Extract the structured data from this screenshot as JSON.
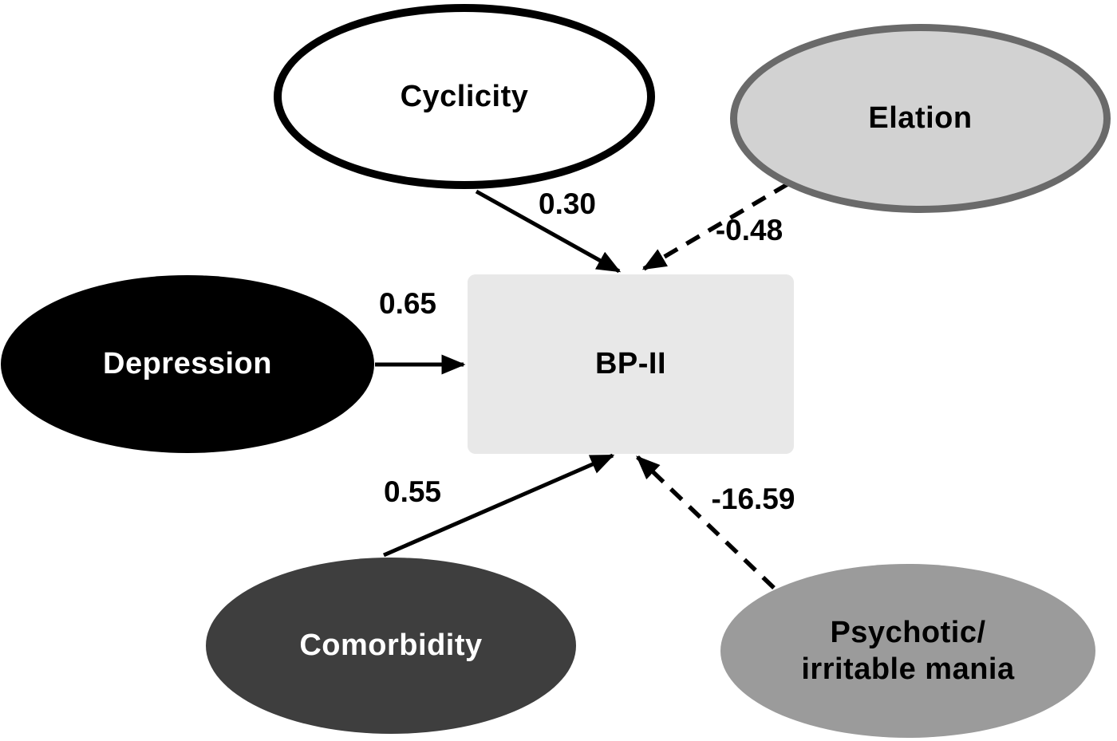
{
  "diagram": {
    "description": "Path model of predictors of BP-II",
    "background_color": "#ffffff",
    "nodes": {
      "cyclicity": {
        "label": "Cyclicity",
        "shape": "ellipse",
        "fill": "#ffffff",
        "border_color": "#000000",
        "text_color": "#000000"
      },
      "elation": {
        "label": "Elation",
        "shape": "ellipse",
        "fill": "#d2d2d2",
        "border_color": "#6a6a6a",
        "text_color": "#000000"
      },
      "depression": {
        "label": "Depression",
        "shape": "ellipse",
        "fill": "#000000",
        "border_color": "#000000",
        "text_color": "#ffffff"
      },
      "bpii": {
        "label": "BP-II",
        "shape": "rect",
        "fill": "#e8e8e8",
        "border_color": "#e8e8e8",
        "text_color": "#000000"
      },
      "comorbidity": {
        "label": "Comorbidity",
        "shape": "ellipse",
        "fill": "#3e3e3e",
        "border_color": "#3e3e3e",
        "text_color": "#ffffff"
      },
      "psychotic": {
        "label": "Psychotic/\nirritable mania",
        "shape": "ellipse",
        "fill": "#9b9b9b",
        "border_color": "#9b9b9b",
        "text_color": "#000000"
      }
    },
    "edges": [
      {
        "from": "Cyclicity",
        "to": "BP-II",
        "style": "solid",
        "weight": "0.30",
        "color": "#000000"
      },
      {
        "from": "Elation",
        "to": "BP-II",
        "style": "dashed",
        "weight": "-0.48",
        "color": "#000000"
      },
      {
        "from": "Depression",
        "to": "BP-II",
        "style": "solid",
        "weight": "0.65",
        "color": "#000000"
      },
      {
        "from": "Comorbidity",
        "to": "BP-II",
        "style": "solid",
        "weight": "0.55",
        "color": "#000000"
      },
      {
        "from": "Psychotic/irritable mania",
        "to": "BP-II",
        "style": "dashed",
        "weight": "-16.59",
        "color": "#000000"
      }
    ]
  }
}
